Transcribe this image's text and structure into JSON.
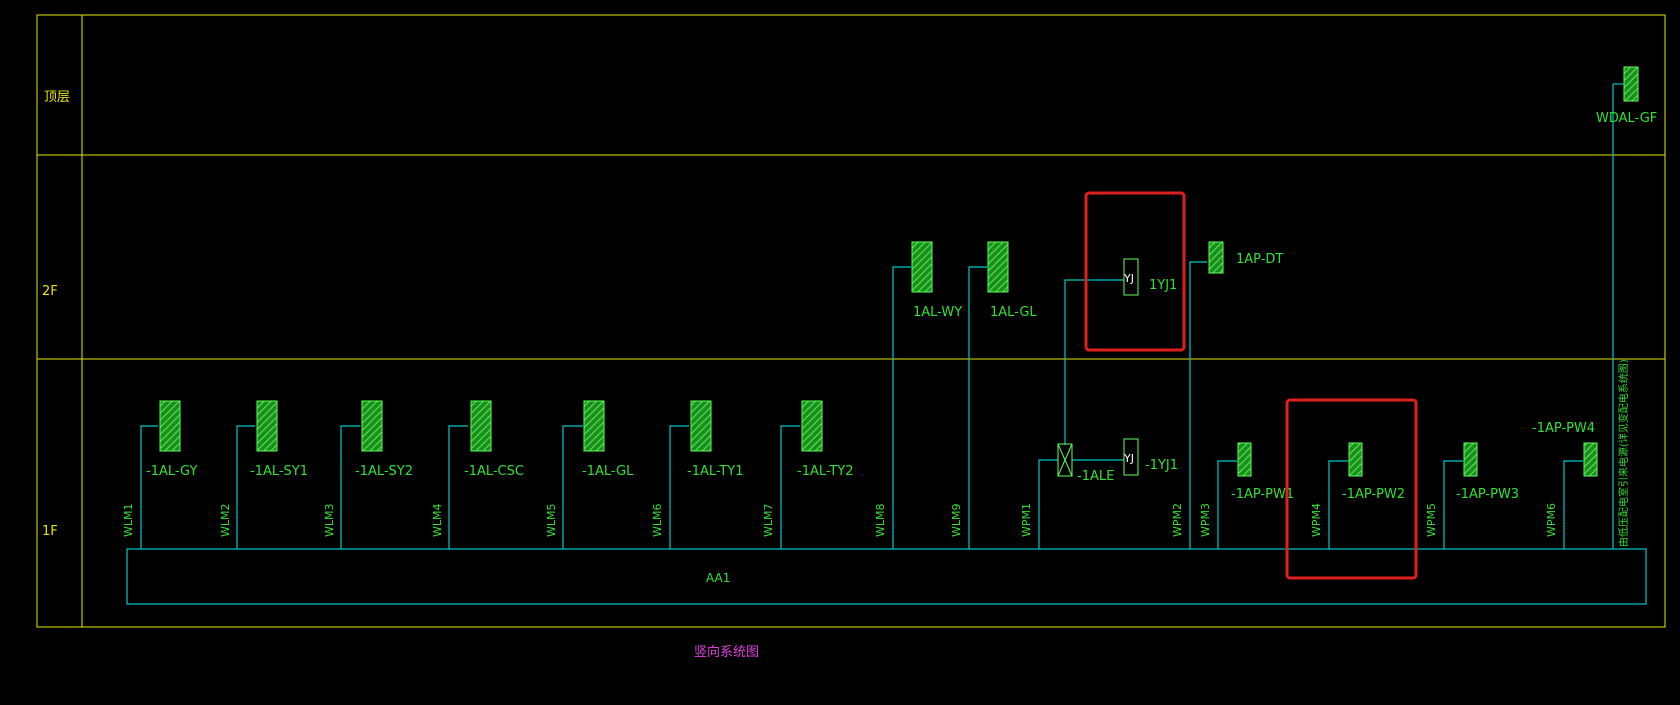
{
  "floors": {
    "roof": "顶层",
    "second": "2F",
    "first": "1F"
  },
  "caption": "竖向系统图",
  "bus": {
    "label": "AA1"
  },
  "panels": [
    {
      "id": "gy",
      "label": "-1AL-GY",
      "circuit": "WLM1"
    },
    {
      "id": "sy1",
      "label": "-1AL-SY1",
      "circuit": "WLM2"
    },
    {
      "id": "sy2",
      "label": "-1AL-SY2",
      "circuit": "WLM3"
    },
    {
      "id": "csc",
      "label": "-1AL-CSC",
      "circuit": "WLM4"
    },
    {
      "id": "gl1f",
      "label": "-1AL-GL",
      "circuit": "WLM5"
    },
    {
      "id": "ty1",
      "label": "-1AL-TY1",
      "circuit": "WLM6"
    },
    {
      "id": "ty2",
      "label": "-1AL-TY2",
      "circuit": "WLM7"
    }
  ],
  "upper_panels": {
    "wy": {
      "label": "1AL-WY",
      "circuit": "WLM8"
    },
    "gl2f": {
      "label": "1AL-GL",
      "circuit": "WLM9"
    },
    "dt": {
      "label": "1AP-DT",
      "circuit": "WPM2"
    },
    "gf": {
      "label": "WDAL-GF"
    }
  },
  "emergency": {
    "yj_box": "YJ",
    "yj1_2f": "1YJ1",
    "yj1_1f": "-1YJ1",
    "ale": "-1ALE",
    "circuit": "WPM1"
  },
  "power_panels": [
    {
      "id": "pw1",
      "label": "-1AP-PW1",
      "circuit": "WPM3"
    },
    {
      "id": "pw2",
      "label": "-1AP-PW2",
      "circuit": "WPM4"
    },
    {
      "id": "pw3",
      "label": "-1AP-PW3",
      "circuit": "WPM5"
    },
    {
      "id": "pw4",
      "label": "-1AP-PW4",
      "circuit": "WPM6"
    }
  ],
  "vertical_note": "由低压配电室引来电源(详见变配电系统图)",
  "colors": {
    "grid": "#e6e600",
    "wire": "#00c8c8",
    "panel": "#1fa81f",
    "text": "#33e033",
    "floor_text": "#e6e600",
    "caption": "#e040e0",
    "highlight": "#e0201e"
  }
}
